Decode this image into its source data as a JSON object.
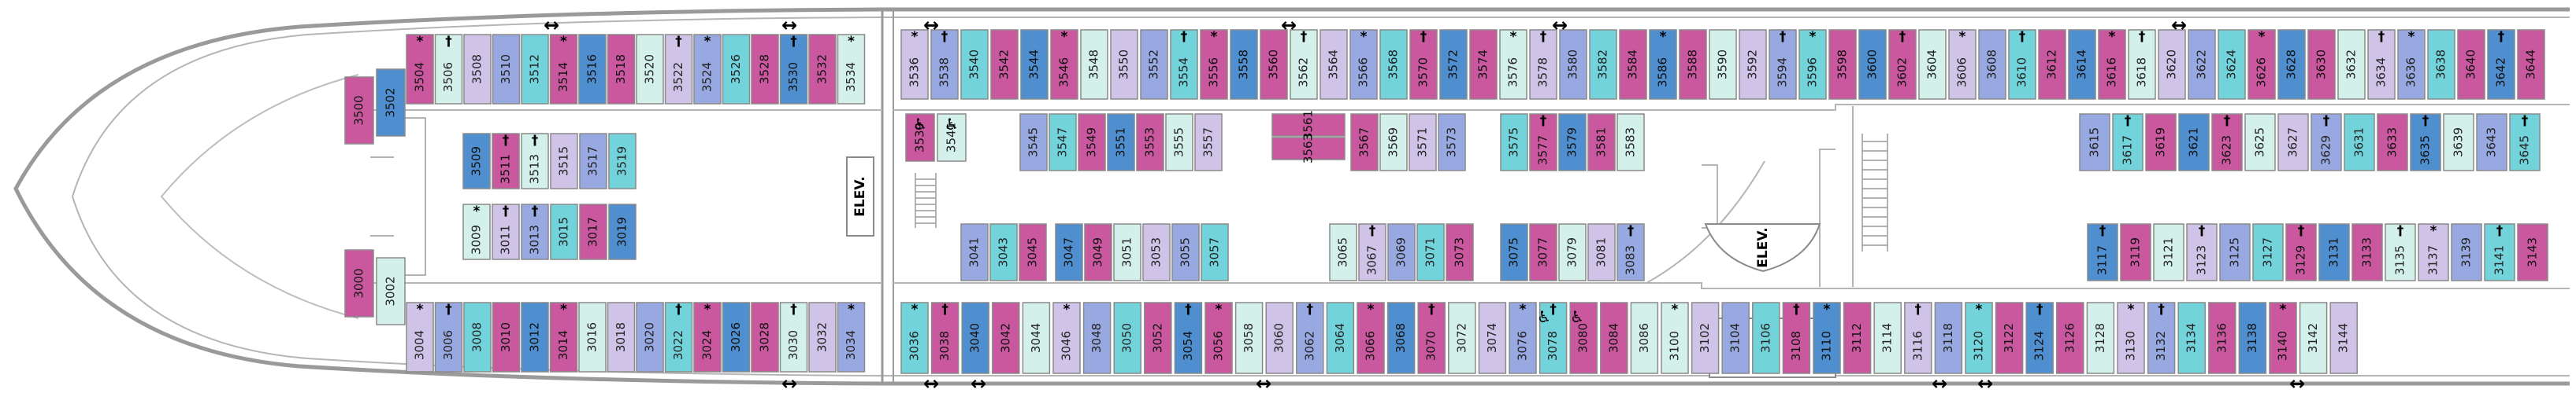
{
  "deck": {
    "elevator_label": "ELEV.",
    "colors": {
      "purple": "#c9589f",
      "lavender": "#cfc3e8",
      "blue": "#4f8fd0",
      "periwinkle": "#98a8e0",
      "teal": "#72d3db",
      "mint": "#d4f0ea",
      "outline": "#8a8a8a"
    },
    "symbols": [
      "wheelchair-icon",
      "star-icon",
      "dagger-icon",
      "connecting-arrow-icon"
    ],
    "cabins_top": [
      "3536",
      "3538",
      "3540",
      "3542",
      "3544",
      "3546",
      "3548",
      "3550",
      "3552",
      "3554",
      "3556",
      "3558",
      "3560",
      "3562",
      "3564",
      "3566",
      "3568",
      "3570",
      "3572",
      "3574",
      "3576",
      "3578",
      "3580",
      "3582",
      "3584",
      "3586",
      "3588",
      "3590",
      "3592",
      "3594",
      "3596",
      "3598",
      "3600",
      "3602",
      "3604",
      "3606",
      "3608",
      "3610",
      "3612",
      "3614",
      "3616",
      "3618",
      "3620",
      "3622",
      "3624",
      "3626",
      "3628",
      "3630",
      "3632",
      "3634",
      "3636",
      "3638",
      "3640",
      "3642",
      "3644"
    ],
    "cabins_bottom": [
      "3036",
      "3038",
      "3040",
      "3042",
      "3044",
      "3046",
      "3048",
      "3050",
      "3052",
      "3054",
      "3056",
      "3058",
      "3060",
      "3062",
      "3064",
      "3066",
      "3068",
      "3070",
      "3072",
      "3074",
      "3076",
      "3078",
      "3080",
      "3084",
      "3086",
      "3100",
      "3102",
      "3104",
      "3106",
      "3108",
      "3110",
      "3112",
      "3114",
      "3116",
      "3118",
      "3120",
      "3122",
      "3124",
      "3126",
      "3128",
      "3130",
      "3132",
      "3134",
      "3136",
      "3138",
      "3140",
      "3142",
      "3144"
    ],
    "cabins_fwd_top": [
      "3504",
      "3506",
      "3508",
      "3510",
      "3512",
      "3514",
      "3516",
      "3518",
      "3520",
      "3522",
      "3524",
      "3526",
      "3528",
      "3530",
      "3532",
      "3534"
    ],
    "cabins_fwd_bottom": [
      "3004",
      "3006",
      "3008",
      "3010",
      "3012",
      "3014",
      "3016",
      "3018",
      "3020",
      "3022",
      "3024",
      "3026",
      "3028",
      "3030",
      "3032",
      "3034"
    ],
    "cabins_bow": [
      "3500",
      "3502",
      "3000",
      "3002"
    ],
    "cabins_fwd_inner_upper": [
      "3509",
      "3511",
      "3513",
      "3515",
      "3517",
      "3519"
    ],
    "cabins_fwd_inner_lower": [
      "3009",
      "3011",
      "3013",
      "3015",
      "3017",
      "3019"
    ],
    "cabins_inner_upper": [
      "3539",
      "3541",
      "3545",
      "3547",
      "3549",
      "3551",
      "3553",
      "3555",
      "3557",
      "3567",
      "3569",
      "3571",
      "3573",
      "3575",
      "3577",
      "3579",
      "3581",
      "3583"
    ],
    "cabins_inner_upper_small": [
      "3561",
      "3563"
    ],
    "cabins_inner_lower": [
      "3041",
      "3043",
      "3045",
      "3047",
      "3049",
      "3051",
      "3053",
      "3055",
      "3057",
      "3065",
      "3067",
      "3069",
      "3071",
      "3073",
      "3075",
      "3077",
      "3079",
      "3081",
      "3083"
    ],
    "cabins_aft_inner_upper": [
      "3615",
      "3617",
      "3619",
      "3621",
      "3623",
      "3625",
      "3627",
      "3629",
      "3631",
      "3633",
      "3635",
      "3639",
      "3643",
      "3645"
    ],
    "cabins_aft_inner_lower": [
      "3117",
      "3119",
      "3121",
      "3123",
      "3125",
      "3127",
      "3129",
      "3131",
      "3133",
      "3135",
      "3137",
      "3139",
      "3141",
      "3143"
    ]
  }
}
